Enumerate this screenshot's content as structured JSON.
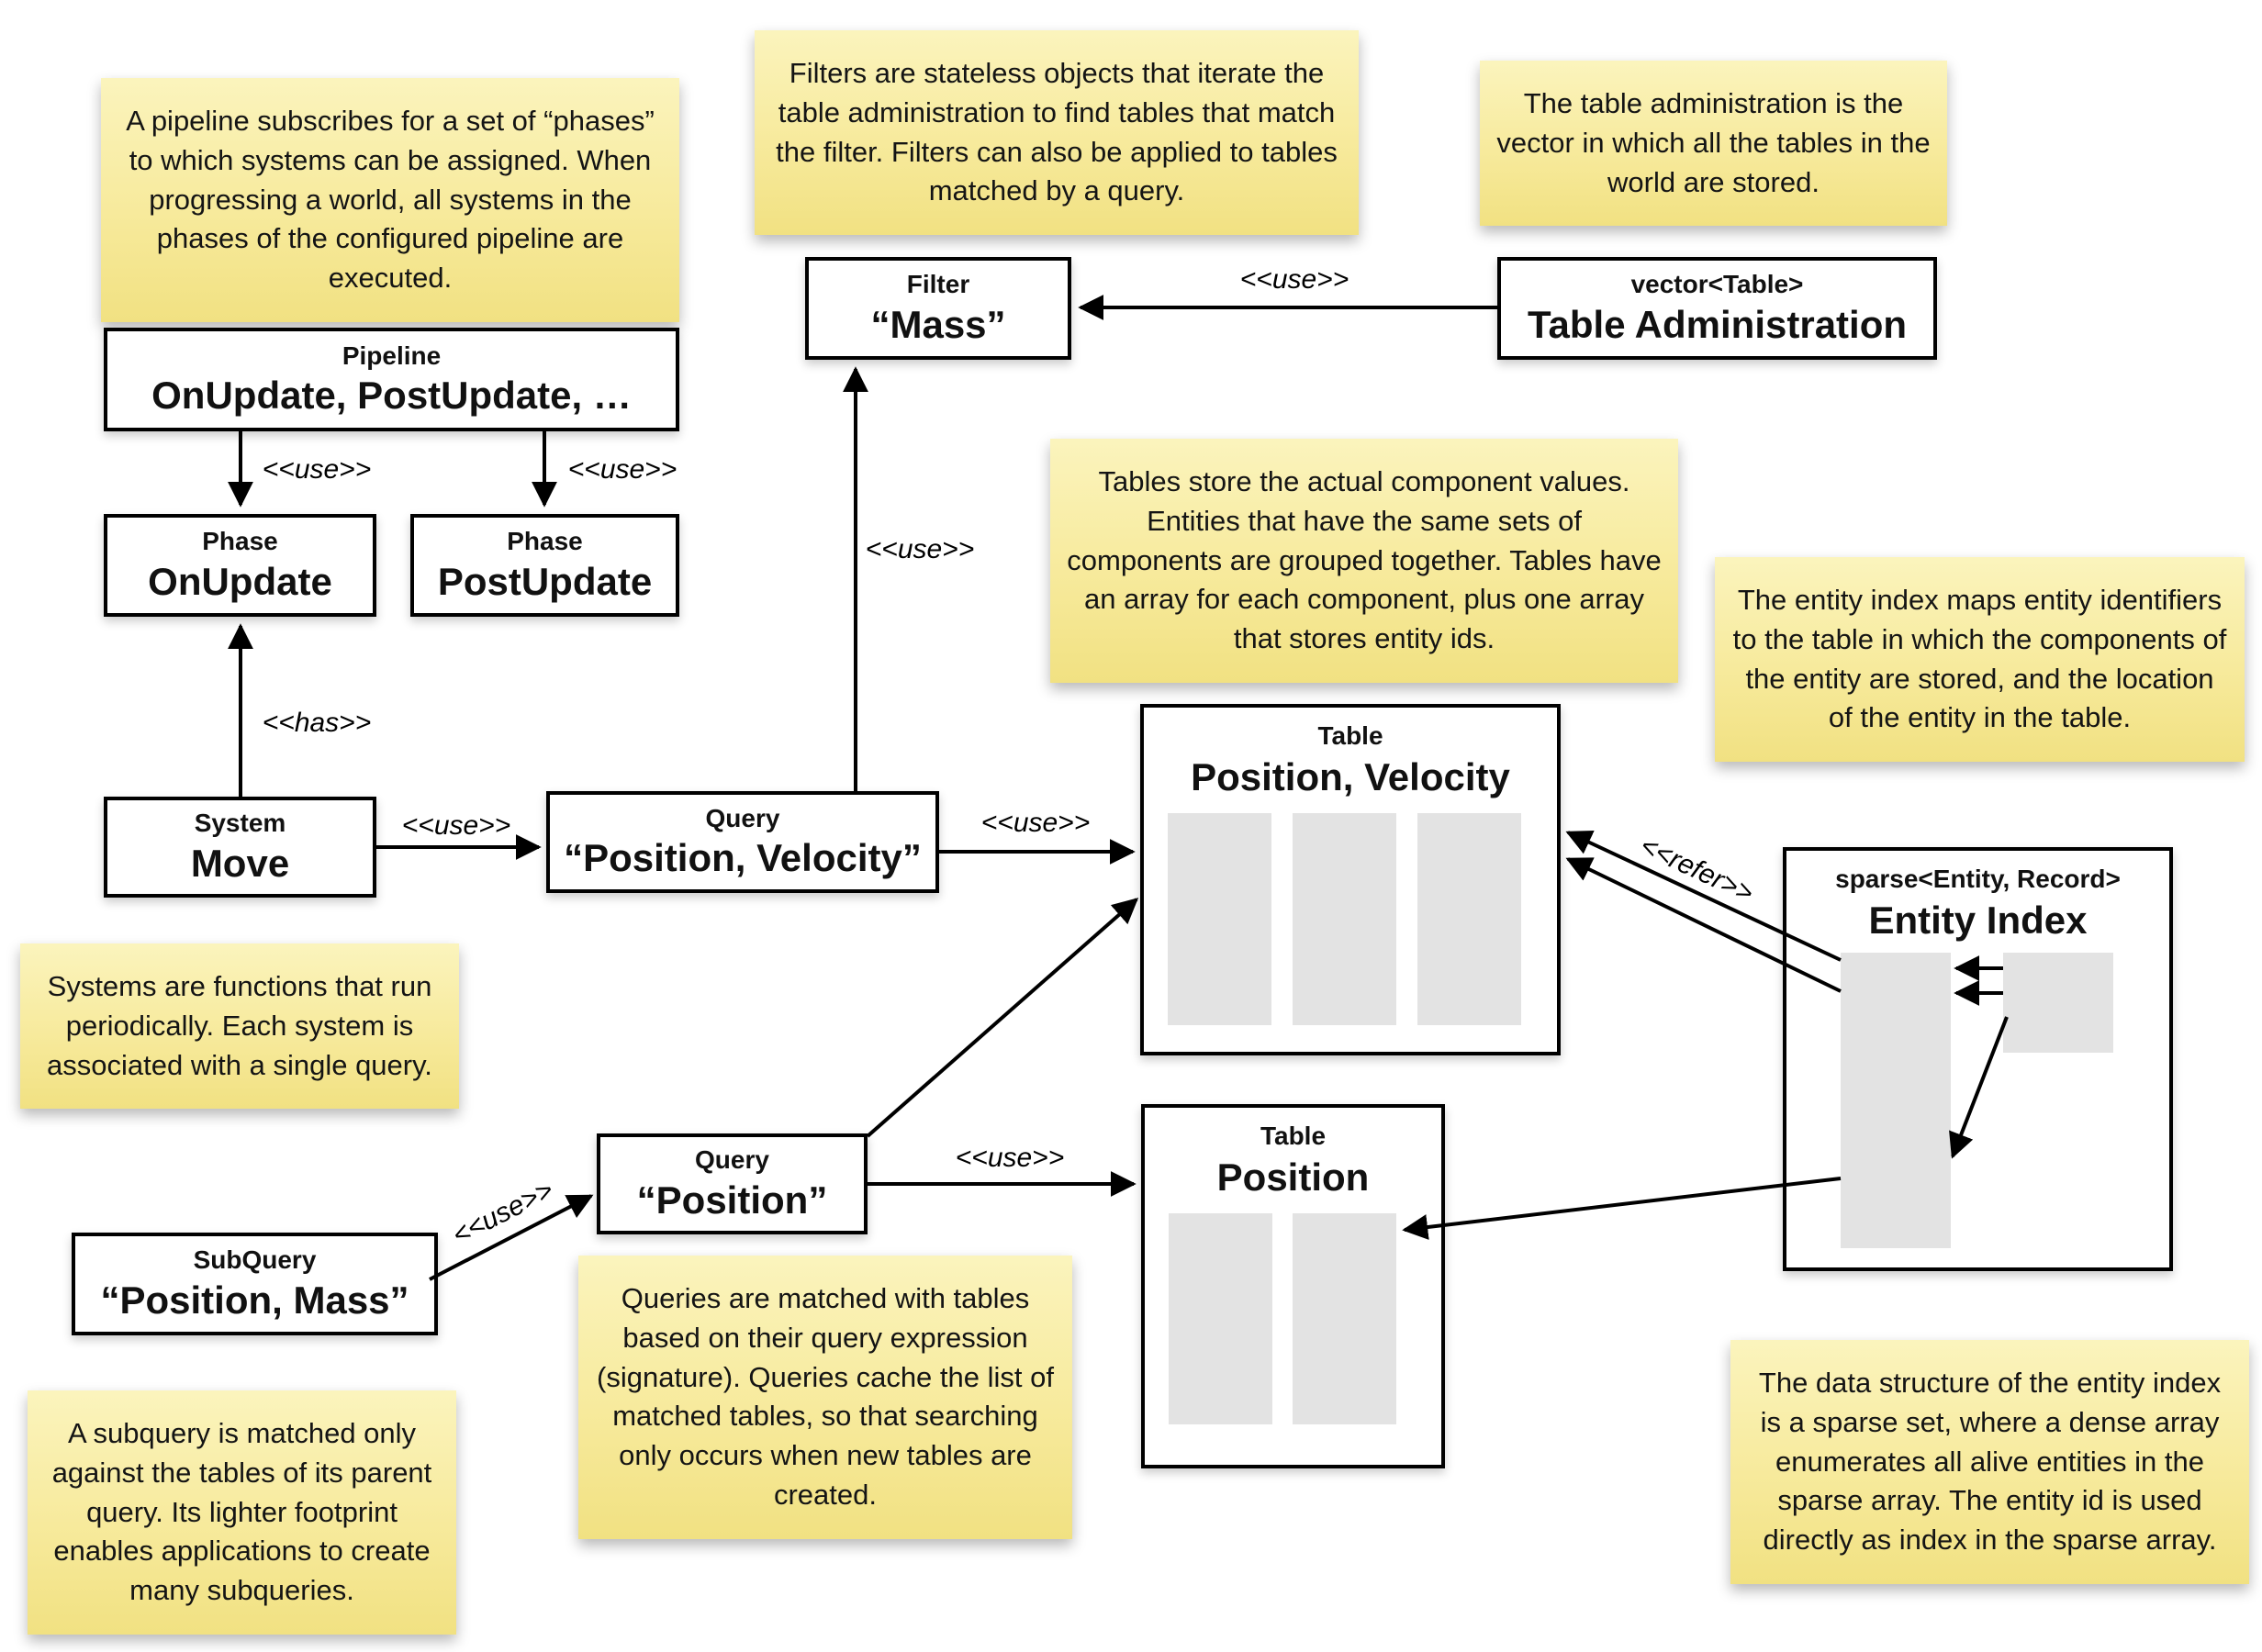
{
  "edge_labels": {
    "use": "<<use>>",
    "has": "<<has>>",
    "refer": "<<refer>>"
  },
  "nodes": {
    "pipeline": {
      "type": "Pipeline",
      "name": "OnUpdate, PostUpdate, …"
    },
    "phase_onupdate": {
      "type": "Phase",
      "name": "OnUpdate"
    },
    "phase_postupdate": {
      "type": "Phase",
      "name": "PostUpdate"
    },
    "filter_mass": {
      "type": "Filter",
      "name": "“Mass”"
    },
    "table_administration": {
      "type": "vector<Table>",
      "name": "Table Administration"
    },
    "system_move": {
      "type": "System",
      "name": "Move"
    },
    "query_position_velocity": {
      "type": "Query",
      "name": "“Position, Velocity”"
    },
    "query_position": {
      "type": "Query",
      "name": "“Position”"
    },
    "subquery_position_mass": {
      "type": "SubQuery",
      "name": "“Position, Mass”"
    },
    "table_position_velocity": {
      "type": "Table",
      "name": "Position, Velocity"
    },
    "table_position": {
      "type": "Table",
      "name": "Position"
    },
    "entity_index": {
      "type": "sparse<Entity, Record>",
      "name": "Entity Index"
    }
  },
  "notes": {
    "pipeline": "A pipeline subscribes for a set of “phases” to which systems can be assigned. When progressing a world, all systems in the phases of the configured pipeline are executed.",
    "filters": "Filters are stateless objects that iterate the table administration to find tables that match the filter. Filters can also be applied to tables matched by a query.",
    "table_administration": "The table administration is the vector in which all the tables in the world are stored.",
    "tables": "Tables store the actual component values. Entities that have the same sets of components are grouped together. Tables have an array for each component, plus one array that stores entity ids.",
    "entity_index": "The entity index maps entity identifiers to the table in which the components of the entity are stored, and the location of the entity in the table.",
    "systems": "Systems are functions that run periodically. Each system is associated with a single query.",
    "queries": "Queries are matched with tables based on their query expression (signature). Queries cache the list of matched tables, so that searching only occurs when new tables are created.",
    "subquery": "A subquery is matched only against the tables of its parent query. Its lighter footprint enables applications to create many subqueries.",
    "entity_index_structure": "The data structure of the entity index is a sparse set, where a dense array enumerates all alive entities in the sparse array. The entity id is used directly as index in the sparse array."
  }
}
